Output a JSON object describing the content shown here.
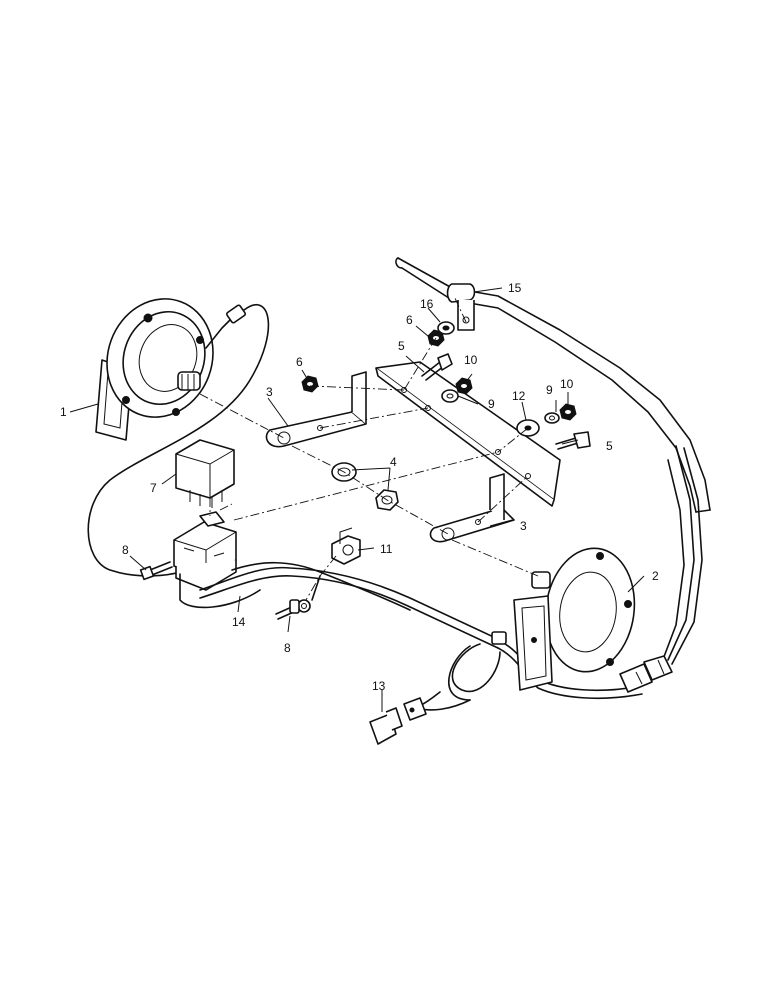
{
  "callouts": [
    {
      "id": "c1",
      "text": "1"
    },
    {
      "id": "c2",
      "text": "2"
    },
    {
      "id": "c3a",
      "text": "3"
    },
    {
      "id": "c3b",
      "text": "3"
    },
    {
      "id": "c4",
      "text": "4"
    },
    {
      "id": "c5a",
      "text": "5"
    },
    {
      "id": "c5b",
      "text": "5"
    },
    {
      "id": "c6a",
      "text": "6"
    },
    {
      "id": "c6b",
      "text": "6"
    },
    {
      "id": "c7",
      "text": "7"
    },
    {
      "id": "c8a",
      "text": "8"
    },
    {
      "id": "c8b",
      "text": "8"
    },
    {
      "id": "c9a",
      "text": "9"
    },
    {
      "id": "c9b",
      "text": "9"
    },
    {
      "id": "c10a",
      "text": "10"
    },
    {
      "id": "c10b",
      "text": "10"
    },
    {
      "id": "c11",
      "text": "11"
    },
    {
      "id": "c12",
      "text": "12"
    },
    {
      "id": "c13",
      "text": "13"
    },
    {
      "id": "c14",
      "text": "14"
    },
    {
      "id": "c15",
      "text": "15"
    },
    {
      "id": "c16",
      "text": "16"
    }
  ],
  "colors": {
    "ink": "#111111",
    "paper": "#ffffff"
  }
}
